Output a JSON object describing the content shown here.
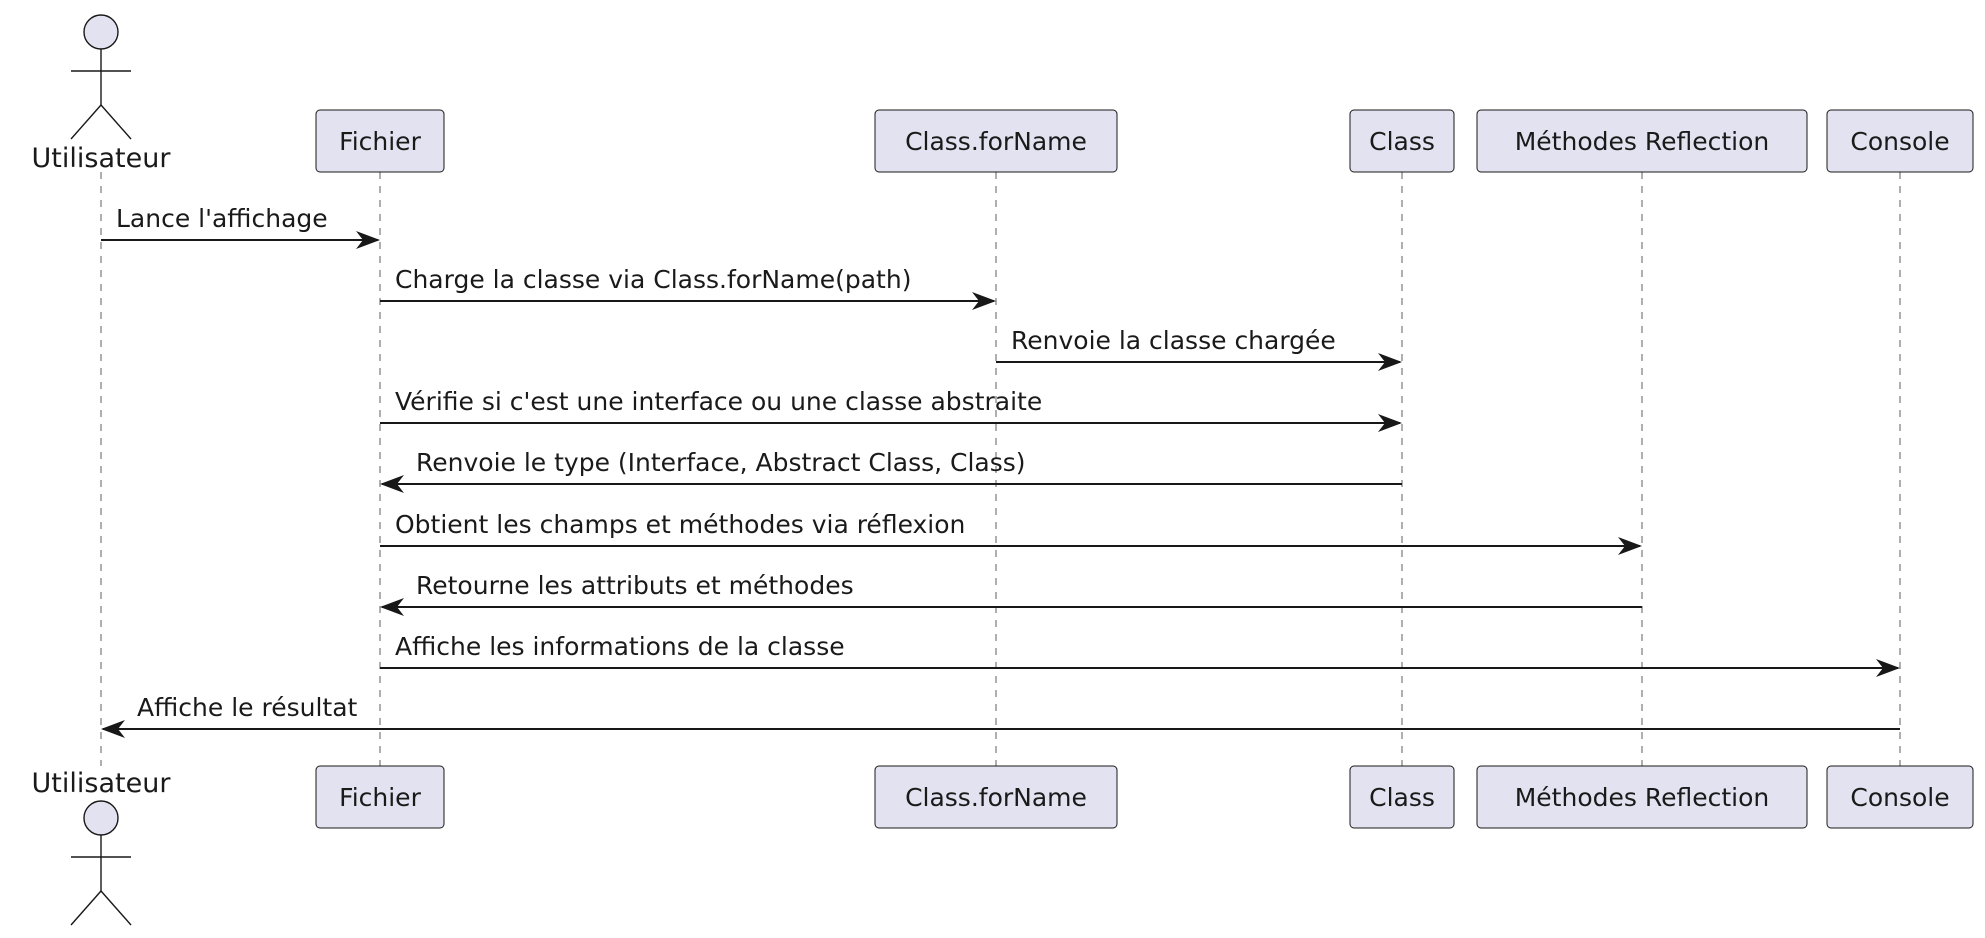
{
  "diagram": {
    "participants": [
      {
        "id": "user",
        "label": "Utilisateur",
        "kind": "actor"
      },
      {
        "id": "fichier",
        "label": "Fichier",
        "kind": "participant"
      },
      {
        "id": "forname",
        "label": "Class.forName",
        "kind": "participant"
      },
      {
        "id": "class",
        "label": "Class",
        "kind": "participant"
      },
      {
        "id": "reflect",
        "label": "Méthodes Reflection",
        "kind": "participant"
      },
      {
        "id": "console",
        "label": "Console",
        "kind": "participant"
      }
    ],
    "messages": [
      {
        "from": "user",
        "to": "fichier",
        "label": "Lance l'affichage"
      },
      {
        "from": "fichier",
        "to": "forname",
        "label": "Charge la classe via Class.forName(path)"
      },
      {
        "from": "forname",
        "to": "class",
        "label": "Renvoie la classe chargée"
      },
      {
        "from": "fichier",
        "to": "class",
        "label": "Vérifie si c'est une interface ou une classe abstraite"
      },
      {
        "from": "class",
        "to": "fichier",
        "label": "Renvoie le type (Interface, Abstract Class, Class)"
      },
      {
        "from": "fichier",
        "to": "reflect",
        "label": "Obtient les champs et méthodes via réflexion"
      },
      {
        "from": "reflect",
        "to": "fichier",
        "label": "Retourne les attributs et méthodes"
      },
      {
        "from": "fichier",
        "to": "console",
        "label": "Affiche les informations de la classe"
      },
      {
        "from": "console",
        "to": "user",
        "label": "Affiche le résultat"
      }
    ],
    "colors": {
      "box_fill": "#e2e2f0",
      "stroke": "#181818",
      "lifeline": "#7a7a7a"
    }
  }
}
